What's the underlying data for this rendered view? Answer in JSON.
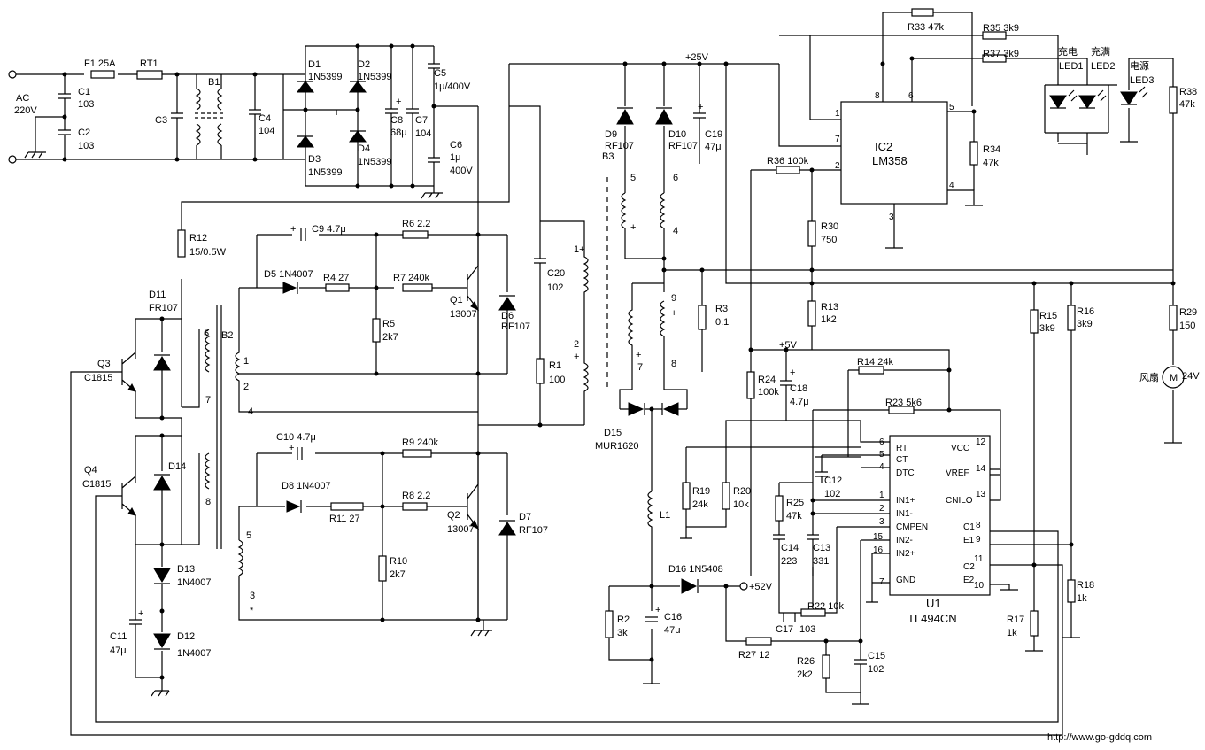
{
  "ac_input": {
    "label_line1": "AC",
    "label_line2": "220V"
  },
  "labels": {
    "F1": "F1  25A",
    "RT1": "RT1",
    "B1": "B1",
    "C1_name": "C1",
    "C1_val": "103",
    "C2_name": "C2",
    "C2_val": "103",
    "C3": "C3",
    "C4_name": "C4",
    "C4_val": "104",
    "D1_name": "D1",
    "D1_val": "1N5399",
    "D2_name": "D2",
    "D2_val": "1N5399",
    "D3_name": "D3",
    "D3_val": "1N5399",
    "D4_name": "D4",
    "D4_val": "1N5399",
    "C8_name": "C8",
    "C8_val": "68μ",
    "C7_name": "C7",
    "C7_val": "104",
    "C5_name": "C5",
    "C5_val": "1μ/400V",
    "C6_name": "C6",
    "C6_val1": "1μ",
    "C6_val2": "400V",
    "R12_name": "R12",
    "R12_val": "15/0.5W",
    "D11_name": "D11",
    "D11_val": "FR107",
    "B2": "B2",
    "Q3_name": "Q3",
    "Q3_val": "C1815",
    "Q4_name": "Q4",
    "Q4_val": "C1815",
    "D14": "D14",
    "D13_name": "D13",
    "D13_val": "1N4007",
    "C11_name": "C11",
    "C11_val": "47μ",
    "D12_name": "D12",
    "D12_val": "1N4007",
    "C9": "C9  4.7μ",
    "R6": "R6  2.2",
    "D5": "D5  1N4007",
    "R4": "R4  27",
    "R7": "R7  240k",
    "R5_name": "R5",
    "R5_val": "2k7",
    "Q1_name": "Q1",
    "Q1_val": "13007",
    "D6_name": "D6",
    "D6_val": "RF107",
    "C20_name": "C20",
    "C20_val": "102",
    "R1_name": "R1",
    "R1_val": "100",
    "C10": "C10  4.7μ",
    "R9": "R9  240k",
    "D8": "D8  1N4007",
    "R11": "R11  27",
    "R8": "R8  2.2",
    "R10_name": "R10",
    "R10_val": "2k7",
    "Q2_name": "Q2",
    "Q2_val": "13007",
    "D7_name": "D7",
    "D7_val": "RF107",
    "B3": "B3",
    "plus25v": "+25V",
    "D9_name": "D9",
    "D9_val": "RF107",
    "D10_name": "D10",
    "D10_val": "RF107",
    "C19_name": "C19",
    "C19_val": "47μ",
    "R3_name": "R3",
    "R3_val": "0.1",
    "D15_name": "D15",
    "D15_val": "MUR1620",
    "L1": "L1",
    "D16": "D16  1N5408",
    "plus52v": "+52V",
    "R2_name": "R2",
    "R2_val": "3k",
    "C16_name": "C16",
    "C16_val": "47μ",
    "R27": "R27  12",
    "R26_name": "R26",
    "R26_val": "2k2",
    "C15_name": "C15",
    "C15_val": "102",
    "R33": "R33  47k",
    "R35": "R35  3k9",
    "R37": "R37  3k9",
    "IC2_name": "IC2",
    "IC2_val": "LM358",
    "R36": "R36  100k",
    "R34_name": "R34",
    "R34_val": "47k",
    "R30_name": "R30",
    "R30_val": "750",
    "R13_name": "R13",
    "R13_val": "1k2",
    "led1_cn": "充电",
    "LED1": "LED1",
    "led2_cn": "充满",
    "LED2": "LED2",
    "led3_cn": "电源",
    "LED3": "LED3",
    "R38_name": "R38",
    "R38_val": "47k",
    "R29_name": "R29",
    "R29_val": "150",
    "fan_cn": "风扇",
    "fan_v": "24V",
    "fan_m": "M",
    "plus5v": "+5V",
    "R14": "R14  24k",
    "R24_name": "R24",
    "R24_val": "100k",
    "C18_name": "C18",
    "C18_val": "4.7μ",
    "R23": "R23  5k6",
    "R15_name": "R15",
    "R15_val": "3k9",
    "R16_name": "R16",
    "R16_val": "3k9",
    "R19_name": "R19",
    "R19_val": "24k",
    "R20_name": "R20",
    "R20_val": "10k",
    "C12_name": "C12",
    "C12_val": "102",
    "R25_name": "R25",
    "R25_val": "47k",
    "C14_name": "C14",
    "C14_val": "223",
    "C13_name": "C13",
    "C13_val": "331",
    "R22": "R22  10k",
    "C17_name": "C17",
    "C17_val": "103",
    "U1_name": "U1",
    "U1_val": "TL494CN",
    "R18_name": "R18",
    "R18_val": "1k",
    "R17_name": "R17",
    "R17_val": "1k",
    "url": "http://www.go-gddq.com"
  },
  "ic_pins": {
    "tl494_left": [
      "RT",
      "CT",
      "DTC",
      "IN1+",
      "IN1-",
      "CMPEN",
      "IN2-",
      "IN2+",
      "GND"
    ],
    "tl494_right": [
      "VCC",
      "VREF",
      "CNILO",
      "C1",
      "E1",
      "C2",
      "E2"
    ],
    "tl494_left_nums": [
      "6",
      "5",
      "4",
      "1",
      "2",
      "3",
      "15",
      "16",
      "7"
    ],
    "tl494_right_nums": [
      "12",
      "14",
      "13",
      "8",
      "9",
      "11",
      "10"
    ],
    "lm358_nums": [
      "8",
      "6",
      "1",
      "7",
      "2",
      "5",
      "4",
      "3"
    ]
  },
  "winding_marks": {
    "b3": [
      "5",
      "6",
      "4",
      "9",
      "7",
      "8",
      "+",
      "+",
      "+"
    ],
    "b2": [
      "6",
      "7",
      "1",
      "2",
      "4",
      "8",
      "5",
      "3",
      "*",
      "+",
      "+",
      "+",
      "1",
      "2"
    ]
  }
}
